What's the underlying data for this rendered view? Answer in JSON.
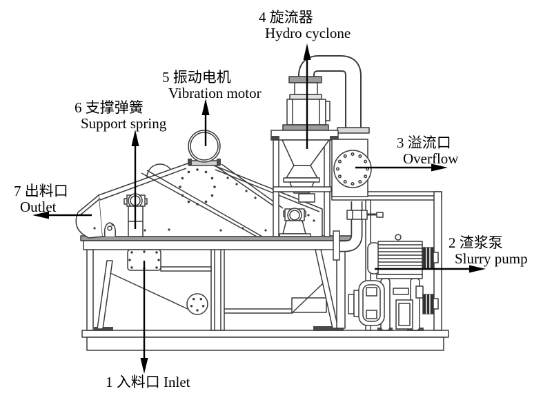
{
  "diagram": {
    "kind": "technical line drawing",
    "subject": "dewatering screen with hydro cyclone - side view"
  },
  "colors": {
    "background": "#ffffff",
    "machine_line": "#3a3a3a",
    "shade_gray": "#9c9c9c",
    "dark_fill": "#4a4a4a",
    "arrow_and_text": "#000000"
  },
  "labels": {
    "inlet": {
      "text": "1 入料口 Inlet"
    },
    "slurry_pump": {
      "zh": "2 渣浆泵",
      "en": "Slurry pump"
    },
    "overflow": {
      "zh": "3 溢流口",
      "en": "Overflow"
    },
    "hydro_cyclone": {
      "zh": "4 旋流器",
      "en": "Hydro cyclone"
    },
    "vibration_motor": {
      "zh": "5 振动电机",
      "en": "Vibration motor"
    },
    "support_spring": {
      "zh": "6 支撑弹簧",
      "en": "Support spring"
    },
    "outlet": {
      "zh": "7 出料口",
      "en": "Outlet"
    }
  }
}
